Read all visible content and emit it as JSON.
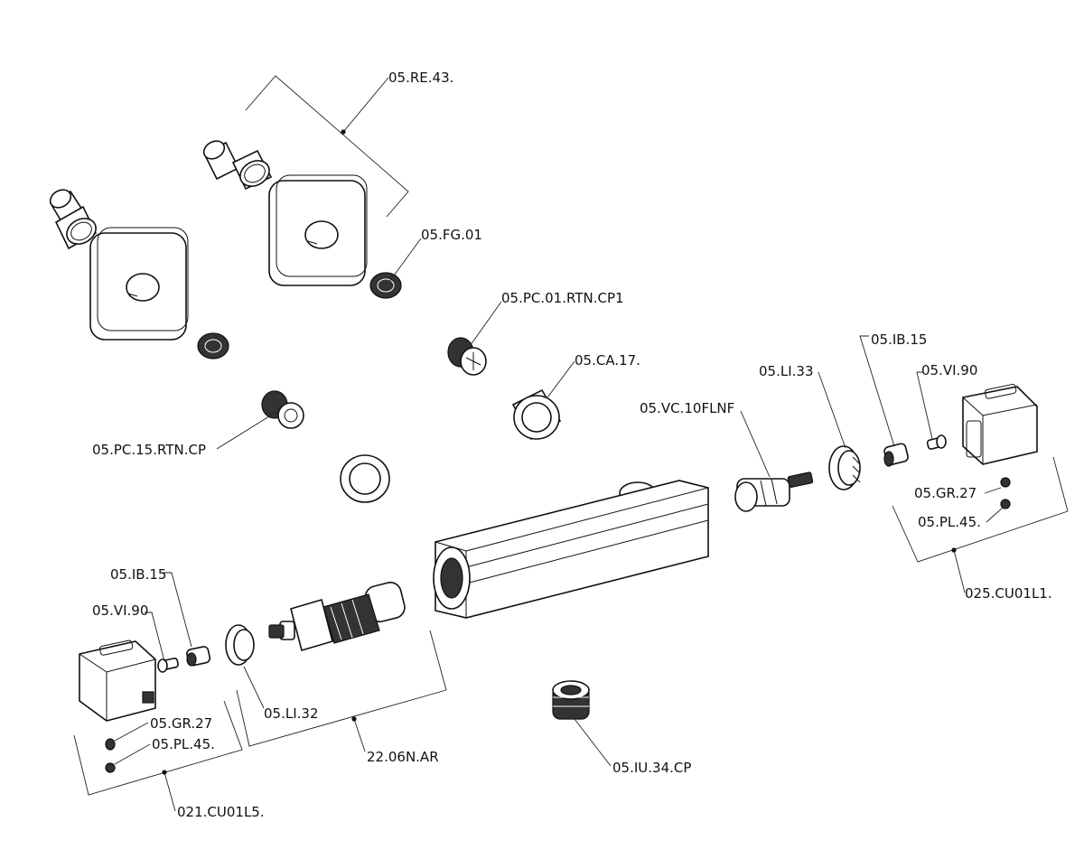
{
  "labels": {
    "re43": "05.RE.43.",
    "fg01": "05.FG.01",
    "pc01": "05.PC.01.RTN.CP1",
    "ca17": "05.CA.17.",
    "pc15": "05.PC.15.RTN.CP",
    "vc10": "05.VC.10FLNF",
    "li33": "05.LI.33",
    "ib15_r": "05.IB.15",
    "vi90_r": "05.VI.90",
    "gr27_r": "05.GR.27",
    "pl45_r": "05.PL.45.",
    "cu025": "025.CU01L1.",
    "ib15_l": "05.IB.15",
    "vi90_l": "05.VI.90",
    "li32": "05.LI.32",
    "gr27_l": "05.GR.27",
    "pl45_l": "05.PL.45.",
    "n2206": "22.06N.AR",
    "iu34": "05.IU.34.CP",
    "cu021": "021.CU01L5."
  }
}
